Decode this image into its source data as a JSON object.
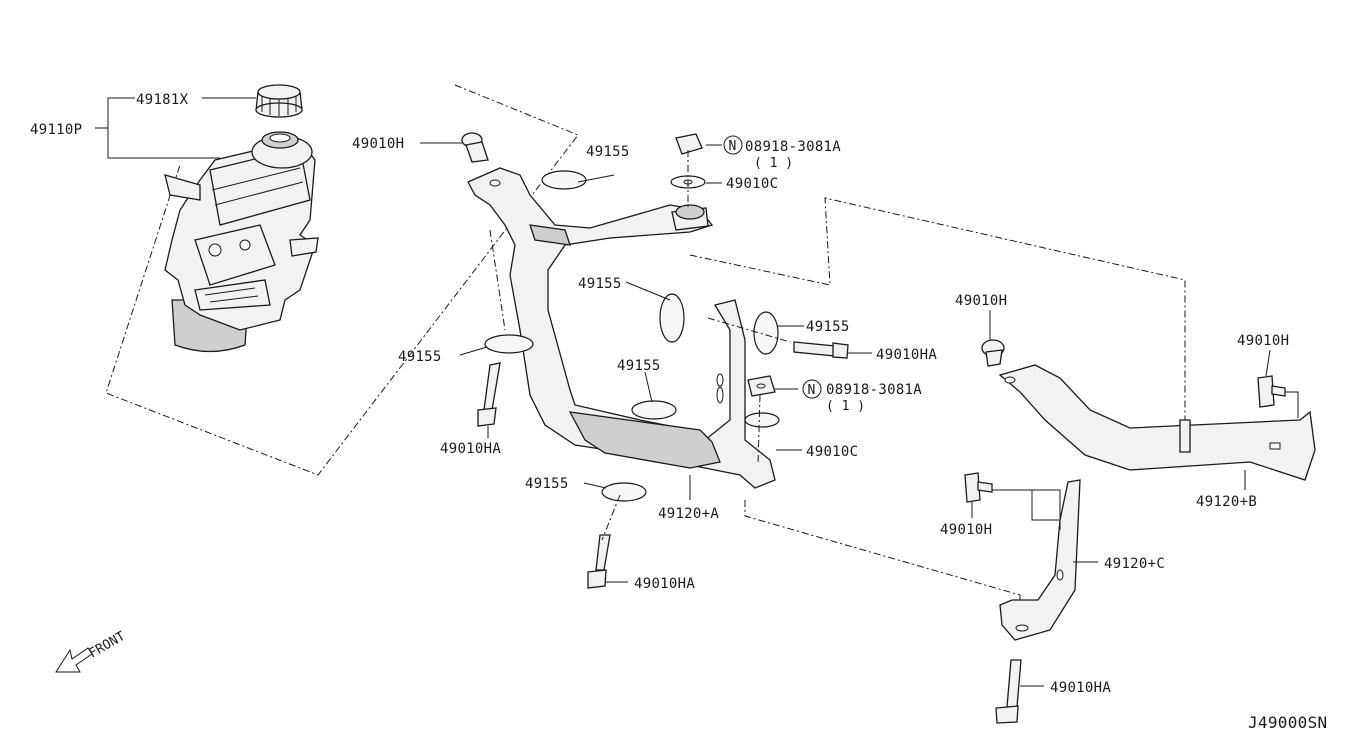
{
  "diagram_id": "J49000SN",
  "orientation": "FRONT",
  "parts": {
    "p49110P": "49110P",
    "p49181X": "49181X",
    "p49010H_1": "49010H",
    "p49155_1": "49155",
    "p49155_2": "49155",
    "p49155_3": "49155",
    "p49155_4": "49155",
    "p49155_5": "49155",
    "p49155_6": "49155",
    "p49010HA_1": "49010HA",
    "p49010HA_2": "49010HA",
    "p49010HA_3": "49010HA",
    "p49010HA_4": "49010HA",
    "p49010C_1": "49010C",
    "p49010C_2": "49010C",
    "p08918_1": "08918-3081A",
    "p08918_1_qty": "( 1 )",
    "p08918_2": "08918-3081A",
    "p08918_2_qty": "( 1 )",
    "nut_symbol": "N",
    "p49120A": "49120+A",
    "p49120B": "49120+B",
    "p49120C": "49120+C",
    "p49010H_2": "49010H",
    "p49010H_3": "49010H",
    "p49010H_4": "49010H"
  }
}
